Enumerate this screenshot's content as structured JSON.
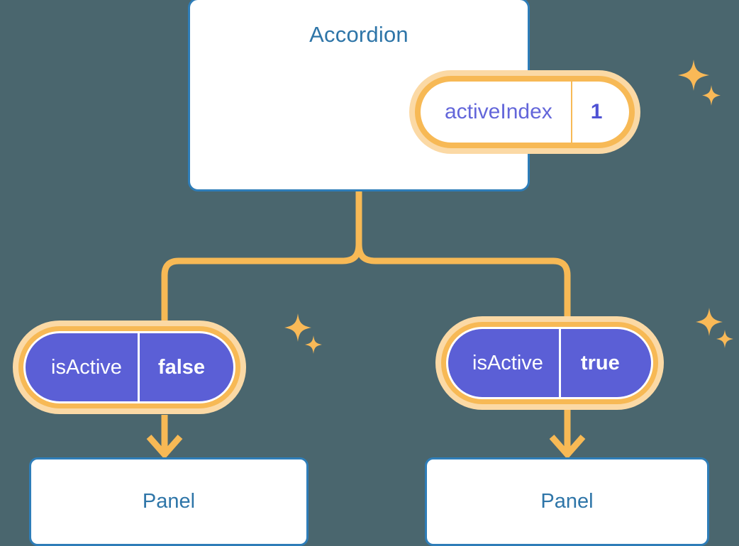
{
  "background_color": "#4a666e",
  "palette": {
    "card_border": "#2e7db8",
    "card_bg": "#ffffff",
    "title_text": "#2e75a8",
    "pill_ring_outer": "#fbd9a5",
    "pill_ring_inner": "#f7b955",
    "pill_solid_fill": "#5b5fd6",
    "key_text_purple": "#6366da",
    "value_text_purple": "#4f52d4",
    "connector": "#f7b955",
    "sparkle": "#f9b957"
  },
  "root": {
    "title": "Accordion",
    "state": {
      "key": "activeIndex",
      "value": "1"
    }
  },
  "children": [
    {
      "state": {
        "key": "isActive",
        "value": "false"
      },
      "panel": {
        "title": "Panel"
      }
    },
    {
      "state": {
        "key": "isActive",
        "value": "true"
      },
      "panel": {
        "title": "Panel"
      }
    }
  ],
  "icons": {
    "sparkle": "sparkle-four-point-star",
    "arrow": "arrow-down"
  },
  "connectors": {
    "root_to_split": "vertical-line",
    "split_to_children": "elbow-branch",
    "state_to_panel": "arrow-down"
  }
}
